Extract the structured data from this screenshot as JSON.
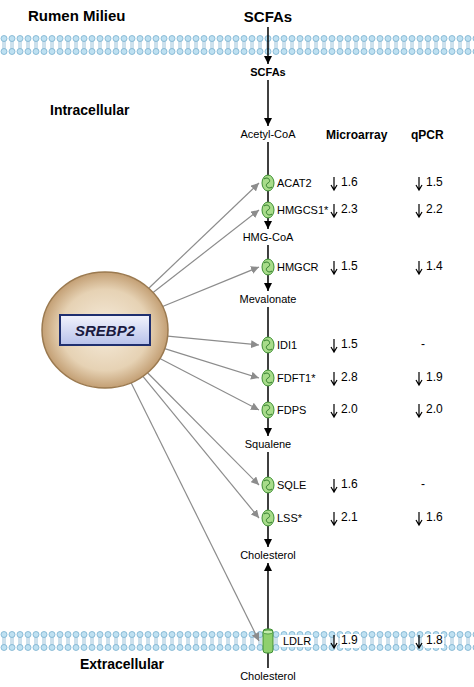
{
  "diagram": {
    "nodes": [
      {
        "text": [
          "SCFAs"
        ]
      },
      {
        "text": [
          "SCFAs"
        ]
      },
      {
        "text": [
          "Acetyl-CoA"
        ]
      },
      {
        "text": [
          "HMG-CoA"
        ]
      },
      {
        "text": [
          "Mevalonate"
        ]
      },
      {
        "text": [
          "Squalene"
        ]
      },
      {
        "text": [
          "Cholesterol"
        ]
      },
      {
        "text": [
          "Cholesterol"
        ]
      },
      {
        "text": [
          "SREBP2"
        ]
      },
      {
        "text": [
          "ACAT2"
        ]
      },
      {
        "text": [
          "HMGCS1*"
        ]
      },
      {
        "text": [
          "HMGCR"
        ]
      },
      {
        "text": [
          "IDI1"
        ]
      },
      {
        "text": [
          "FDFT1*"
        ]
      },
      {
        "text": [
          "FDPS"
        ]
      },
      {
        "text": [
          "SQLE"
        ]
      },
      {
        "text": [
          "LSS*"
        ]
      },
      {
        "text": [
          "LDLR"
        ]
      }
    ],
    "edges": [
      {
        "from": 0,
        "to": 1,
        "arrow": "to"
      },
      {
        "from": 1,
        "to": 2,
        "arrow": "to"
      },
      {
        "from": 2,
        "to": 3,
        "arrow": "to"
      },
      {
        "from": 3,
        "to": 4,
        "arrow": "to"
      },
      {
        "from": 4,
        "to": 5,
        "arrow": "to"
      },
      {
        "from": 5,
        "to": 6,
        "arrow": "to"
      },
      {
        "from": 7,
        "to": 6,
        "arrow": "to"
      },
      {
        "from": 8,
        "to": 9,
        "arrow": "to"
      },
      {
        "from": 8,
        "to": 10,
        "arrow": "to"
      },
      {
        "from": 8,
        "to": 11,
        "arrow": "to"
      },
      {
        "from": 8,
        "to": 12,
        "arrow": "to"
      },
      {
        "from": 8,
        "to": 13,
        "arrow": "to"
      },
      {
        "from": 8,
        "to": 14,
        "arrow": "to"
      },
      {
        "from": 8,
        "to": 15,
        "arrow": "to"
      },
      {
        "from": 8,
        "to": 16,
        "arrow": "to"
      },
      {
        "from": 8,
        "to": 17,
        "arrow": "to"
      }
    ],
    "labels": [
      "Rumen Milieu",
      "Intracellular",
      "Microarray",
      "qPCR",
      "1.6",
      "1.5",
      "2.3",
      "2.2",
      "1.5",
      "1.4",
      "1.5",
      "-",
      "2.8",
      "1.9",
      "2.0",
      "2.0",
      "1.6",
      "-",
      "2.1",
      "1.6",
      "1.9",
      "1.8",
      "Extracellular"
    ]
  }
}
